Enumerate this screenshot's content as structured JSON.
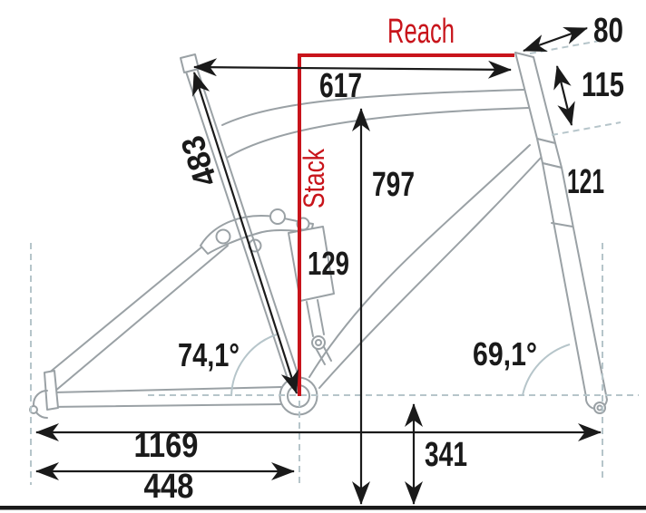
{
  "diagram": {
    "reach_label": "Reach",
    "stack_label": "Stack",
    "dimensions": {
      "top_tube_horizontal": "617",
      "seat_tube_length": "483",
      "stem_length": "80",
      "head_tube_length": "115",
      "fork_crown_dim": "121",
      "shock_dim": "129",
      "front_height": "797",
      "seat_tube_angle": "74,1°",
      "head_tube_angle": "69,1°",
      "wheelbase": "1169",
      "chainstay_length": "448",
      "bb_height": "341"
    },
    "colors": {
      "accent_red": "#c8141b",
      "dimension_ink": "#1a1a1a",
      "frame_outline": "#9aa1a5",
      "guide_lines": "#b6c5ca"
    }
  }
}
